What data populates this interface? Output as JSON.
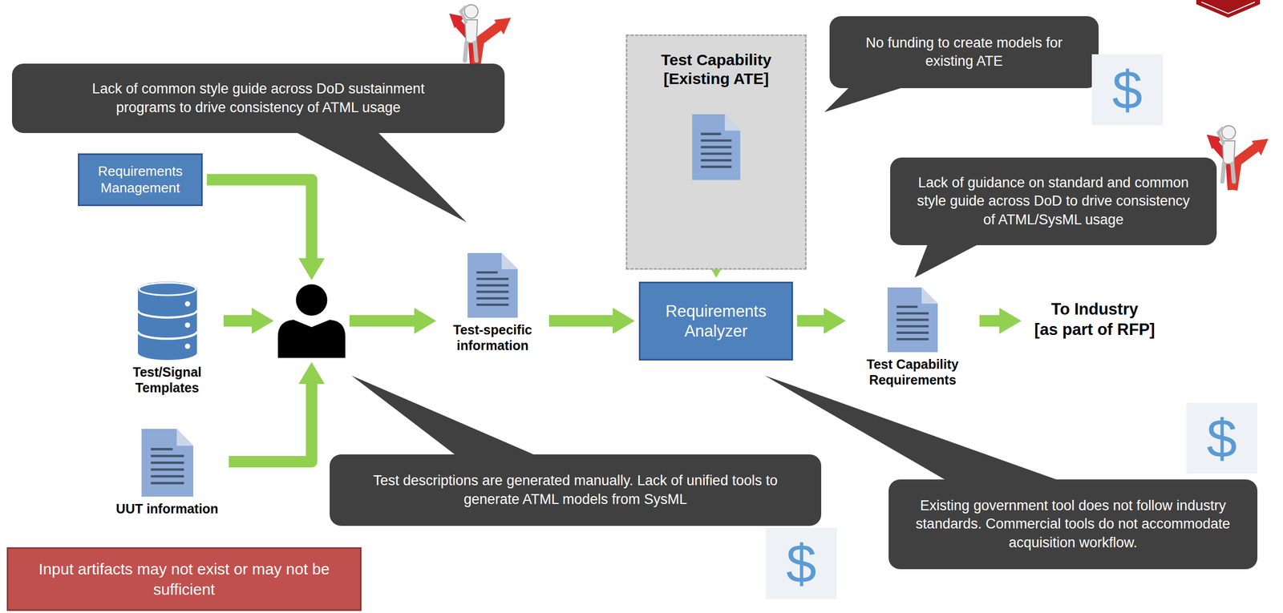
{
  "diagram": {
    "nodes": [
      {
        "text": [
          "Lack of common style guide across DoD sustainment programs to drive consistency of ATML usage"
        ]
      },
      {
        "text": [
          "Test Capability [Existing ATE]"
        ]
      },
      {
        "text": [
          "No funding to create models for existing ATE"
        ]
      },
      {
        "text": [
          "Lack of guidance on standard and common style guide across DoD to drive consistency of ATML/SysML usage"
        ]
      },
      {
        "text": [
          "Requirements Management"
        ]
      },
      {
        "text": [
          "Test/Signal Templates"
        ]
      },
      {
        "text": []
      },
      {
        "text": [
          "Test-specific information"
        ]
      },
      {
        "text": [
          "Requirements Analyzer"
        ]
      },
      {
        "text": [
          "Test Capability Requirements"
        ]
      },
      {
        "text": [
          "To Industry",
          "[as part of RFP]"
        ]
      },
      {
        "text": [
          "UUT information"
        ]
      },
      {
        "text": [
          "Test descriptions are generated manually. Lack of unified tools to generate ATML models from SysML"
        ]
      },
      {
        "text": [
          "Existing government tool does not follow industry standards. Commercial tools do not accommodate acquisition workflow."
        ]
      },
      {
        "text": [
          "Input artifacts may not exist or may not be sufficient"
        ]
      }
    ],
    "edges": [
      {
        "from": 4,
        "to": 6,
        "arrow": "to"
      },
      {
        "from": 5,
        "to": 6,
        "arrow": "to"
      },
      {
        "from": 11,
        "to": 6,
        "arrow": "to"
      },
      {
        "from": 6,
        "to": 7,
        "arrow": "to"
      },
      {
        "from": 7,
        "to": 8,
        "arrow": "to"
      },
      {
        "from": 1,
        "to": 8,
        "arrow": "to"
      },
      {
        "from": 8,
        "to": 9,
        "arrow": "to"
      },
      {
        "from": 9,
        "to": 10,
        "arrow": "to"
      }
    ],
    "labels": [
      "$",
      "$",
      "$"
    ]
  }
}
